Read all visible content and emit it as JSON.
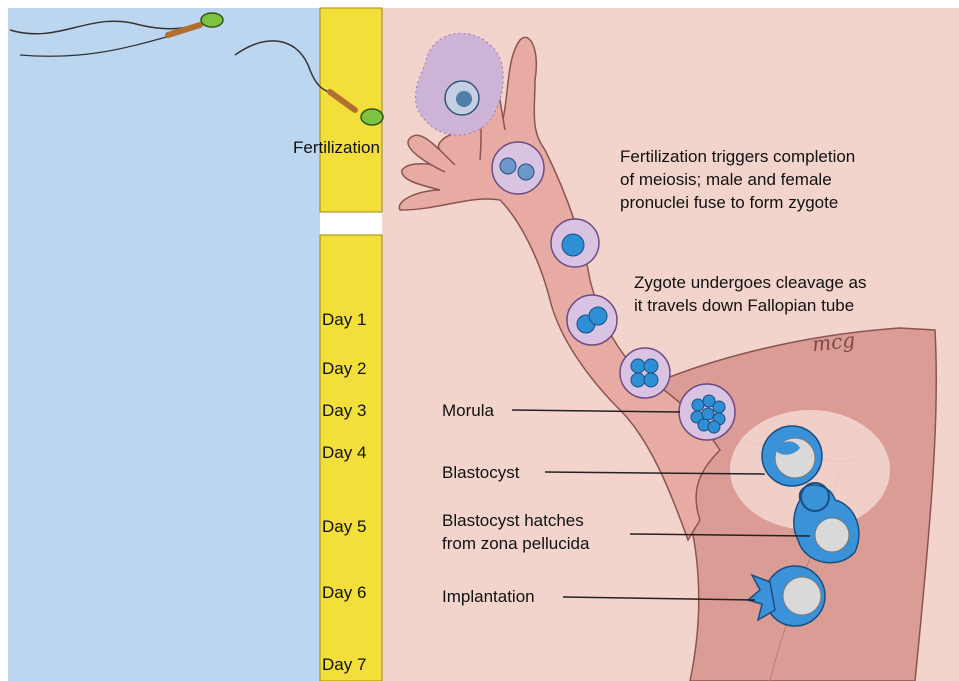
{
  "colors": {
    "left_bg": "#bcd6ef",
    "right_bg": "#f3d4cd",
    "timeline": "#f3df3a",
    "tube": "#e7aba3",
    "uterus": "#dc9c96",
    "cell_fill": "#d8c3e3",
    "nucleus": "#2e8fd5"
  },
  "labels": {
    "fertilization": "Fertilization",
    "fert_note_line1": "Fertilization triggers completion",
    "fert_note_line2": "of meiosis; male and female",
    "fert_note_line3": "pronuclei fuse to form zygote",
    "zygote_line1": "Zygote undergoes cleavage as",
    "zygote_line2": "it travels down Fallopian tube",
    "morula": "Morula",
    "blastocyst": "Blastocyst",
    "hatch_line1": "Blastocyst hatches",
    "hatch_line2": "from zona pellucida",
    "implantation": "Implantation",
    "signature": "mcg"
  },
  "days": [
    "Day 1",
    "Day 2",
    "Day 3",
    "Day 4",
    "Day 5",
    "Day 6",
    "Day 7"
  ]
}
